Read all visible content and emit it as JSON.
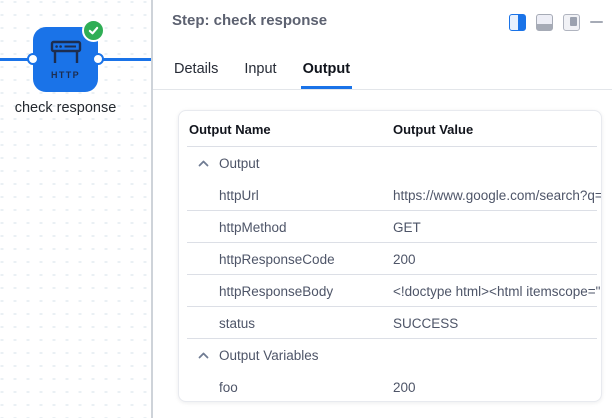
{
  "canvas": {
    "node": {
      "label": "check response",
      "type_label": "HTTP",
      "node_color": "#1a73e8",
      "status": "success",
      "status_color": "#2fae55"
    }
  },
  "panel": {
    "title": "Step: check response",
    "accent_color": "#1a73e8",
    "window_controls": [
      {
        "name": "split-view",
        "active": true
      },
      {
        "name": "bottom-panel",
        "active": false
      },
      {
        "name": "floating-panel",
        "active": false
      },
      {
        "name": "minimize",
        "active": false
      }
    ],
    "tabs": [
      {
        "label": "Details",
        "active": false
      },
      {
        "label": "Input",
        "active": false
      },
      {
        "label": "Output",
        "active": true
      }
    ]
  },
  "table": {
    "columns": [
      "Output Name",
      "Output Value"
    ],
    "sections": [
      {
        "label": "Output",
        "collapsed": false,
        "rows": [
          {
            "name": "httpUrl",
            "value": "https://www.google.com/search?q="
          },
          {
            "name": "httpMethod",
            "value": "GET"
          },
          {
            "name": "httpResponseCode",
            "value": "200"
          },
          {
            "name": "httpResponseBody",
            "value": "<!doctype html><html itemscope=\""
          },
          {
            "name": "status",
            "value": "SUCCESS"
          }
        ]
      },
      {
        "label": "Output Variables",
        "collapsed": false,
        "rows": [
          {
            "name": "foo",
            "value": "200"
          }
        ]
      }
    ]
  }
}
